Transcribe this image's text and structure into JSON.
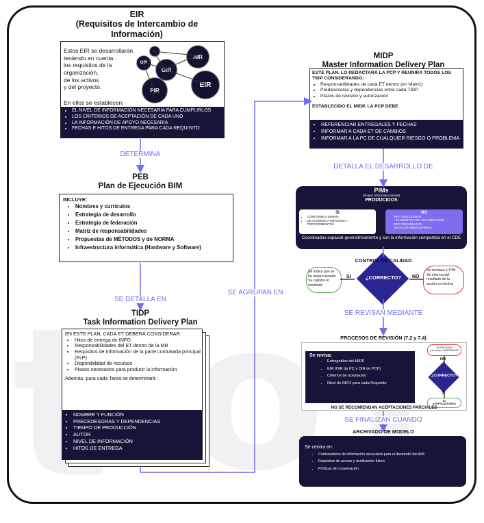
{
  "eir": {
    "title_line1": "EIR",
    "title_line2": "(Requisitos de Intercambio de",
    "title_line3": "Información)",
    "intro": [
      "Estos EIR se desarrollarán",
      "teniendo en cuenta",
      "los requisitos de la",
      "organización,",
      "de los activos",
      "y del proyecto."
    ],
    "nodes": {
      "oir": "OIR",
      "air": "AIR",
      "pir": "PIR",
      "eir": "EIR"
    },
    "establish_label": "En ellos se establecen:",
    "items": [
      "EL NIVEL DE INFORMACIÓN NECESARIA PARA CUMPLIRLOS",
      "LOS CRITERIOS DE ACEPTACIÓN DE CADA UNO",
      "LA INFORMACIÓN DE APOYO NECESARIA",
      "FECHAS E HITOS DE ENTREGA PARA CADA REQUISITO"
    ]
  },
  "arrows": {
    "determina": "DETERMINA",
    "se_detalla_en": "SE DETALLA EN",
    "se_agrupan_en": "SE AGRUPAN EN",
    "detalla": "DETALLA EL DESARROLLO DE",
    "se_revisan": "SE REVISAN MEDIANTE",
    "se_finalizan": "SE FINALIZAN CUANDO"
  },
  "peb": {
    "title_line1": "PEB",
    "title_line2": "Plan de Ejecución BIM",
    "includes": "INCLUYE:",
    "items": [
      "Nombres y currículos",
      "Estrategia de desarrollo",
      "Estrategia de federación",
      "Matriz de responsabilidades",
      "Propuestas de MÉTODOS y de NORMA",
      "Infraestructura informática (Hardware y Software)"
    ]
  },
  "tidp": {
    "title_line1": "TIDP",
    "title_line2": "Task Information Delivery Plan",
    "intro": "EN ESTE PLAN, CADA ET DEBERÁ CONSIDERAR:",
    "items": [
      "Hitos de entrega de INFO",
      "Responsabilidades del ET dentro de la MR",
      "Requisitos de Información de la parte contratada principal (PcP)",
      "Disponibilidad de recursos",
      "Plazos necesarios para producir la información"
    ],
    "additional": "Además, para cada Tarea se determinará :",
    "task_items": [
      "NOMBRE Y FUNCIÓN",
      "PRECEDESORAS Y DEPENDENCIAS",
      "TIEMPO DE PRODUCCIÓN",
      "AUTOR",
      "NIVEL DE INFORMACIÓN",
      "HITOS DE ENTREGA"
    ]
  },
  "midp": {
    "title_line1": "MIDP",
    "title_line2": "Master Information Delivery Plan",
    "intro": "ESTE PLAN, LO REDACTARÁ LA PCP Y REUNIRÁ TODOS LOS TIDP CONSIDERANDO:",
    "items": [
      "Responsabilidades de cada ET dentro (en Matriz)",
      "Predecesoras y dependencias entre cada TIDP",
      "Plazos de revisión y autorización"
    ],
    "established": "ESTABLECIDO EL MIDP, LA PCP DEBE",
    "actions": [
      "REFERENCIAR ENTREGALES Y FECHAS",
      "INFORMAR A CADA ET DE CAMBIOS",
      "INFORMAR A LA PC DE CUALQUIER RIESGO O PROBLEMA"
    ]
  },
  "pims": {
    "title": "PIMs",
    "subtitle": "(Project Information Model)",
    "produced": "PRODUCIDOS",
    "si_label": "SI",
    "si_items": [
      "CONFORME A NORMA",
      "DE ACUERDO A MÉTODOS Y PROCEDIMIENTOS"
    ],
    "no_label": "NO",
    "no_items": [
      "INFO INNECESARIA",
      "+ ELEMENTOS DE LOS ASIGNADOS",
      "INFO REDUNDANTE",
      "DETALLES INNECESARIOS"
    ],
    "coord": "Coordinados espacial-geométricamente y con la información compartida en el CDE"
  },
  "qc": {
    "title": "CONTROL DE CALIDAD",
    "question": "¿CORRECTO?",
    "yes": "SI",
    "no": "NO",
    "yes_text": [
      "Se indica que se",
      "ha inspeccionado",
      "Se registra el",
      "resultado"
    ],
    "no_text": [
      "Se rechaza el PIM",
      "Se informa del",
      "resultado de la",
      "acción correctiva"
    ]
  },
  "review": {
    "title": "PROCESOS DE REVISIÓN (7.2 y 7.4)",
    "label": "Se revisa:",
    "items": [
      "Entregables del MIDP",
      "EIR (OIR de PC y OIR de PCP)",
      "Criterios de aceptación",
      "Nivel de INFO para cada Requisito"
    ],
    "reject": [
      "Se RECHAZA",
      "y se emiten INCIDENCIAS"
    ],
    "question": "¿CORRECTO?",
    "no": "NO",
    "yes": "SI",
    "accept": [
      "Se",
      "ACEPTA/AUTORIZA"
    ],
    "note": "NO SE RECOMIENDAN ACEPTACIONES PARCIALES"
  },
  "archive": {
    "title": "ARCHIVADO DE MODELO",
    "label": "Se centra en:",
    "items": [
      "Contenedores de información necesarios para el desarrollo del AIM",
      "Requisitos de acceso y reutilización futura",
      "Políticas de conservación"
    ]
  },
  "colors": {
    "dark": "#17143a",
    "accent": "#6f6ef0",
    "ok": "#5aa84a",
    "bad": "#e03333"
  }
}
